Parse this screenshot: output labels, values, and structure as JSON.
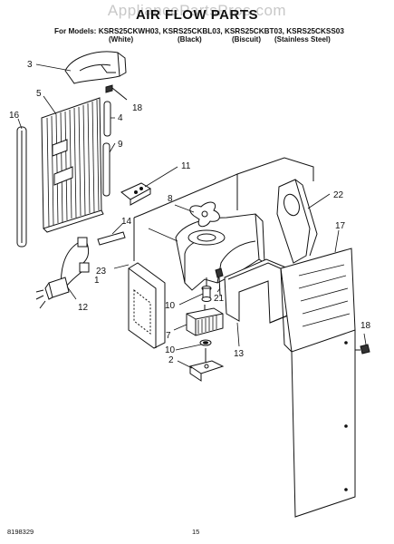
{
  "watermark": "AppliancePartsPros.com",
  "title": "AIR FLOW PARTS",
  "models_prefix": "For Models:",
  "models": [
    {
      "model": "KSRS25CKWH03,",
      "color": "(White)"
    },
    {
      "model": "KSRS25CKBL03,",
      "color": "(Black)"
    },
    {
      "model": "KSRS25CKBT03,",
      "color": "(Biscuit)"
    },
    {
      "model": "KSRS25CKSS03",
      "color": "(Stainless Steel)"
    }
  ],
  "callouts": [
    "1",
    "2",
    "3",
    "4",
    "5",
    "7",
    "8",
    "9",
    "10",
    "10",
    "11",
    "12",
    "13",
    "14",
    "16",
    "17",
    "18",
    "18",
    "21",
    "22",
    "23"
  ],
  "footer": {
    "doc_number": "8198329",
    "page": "15"
  }
}
